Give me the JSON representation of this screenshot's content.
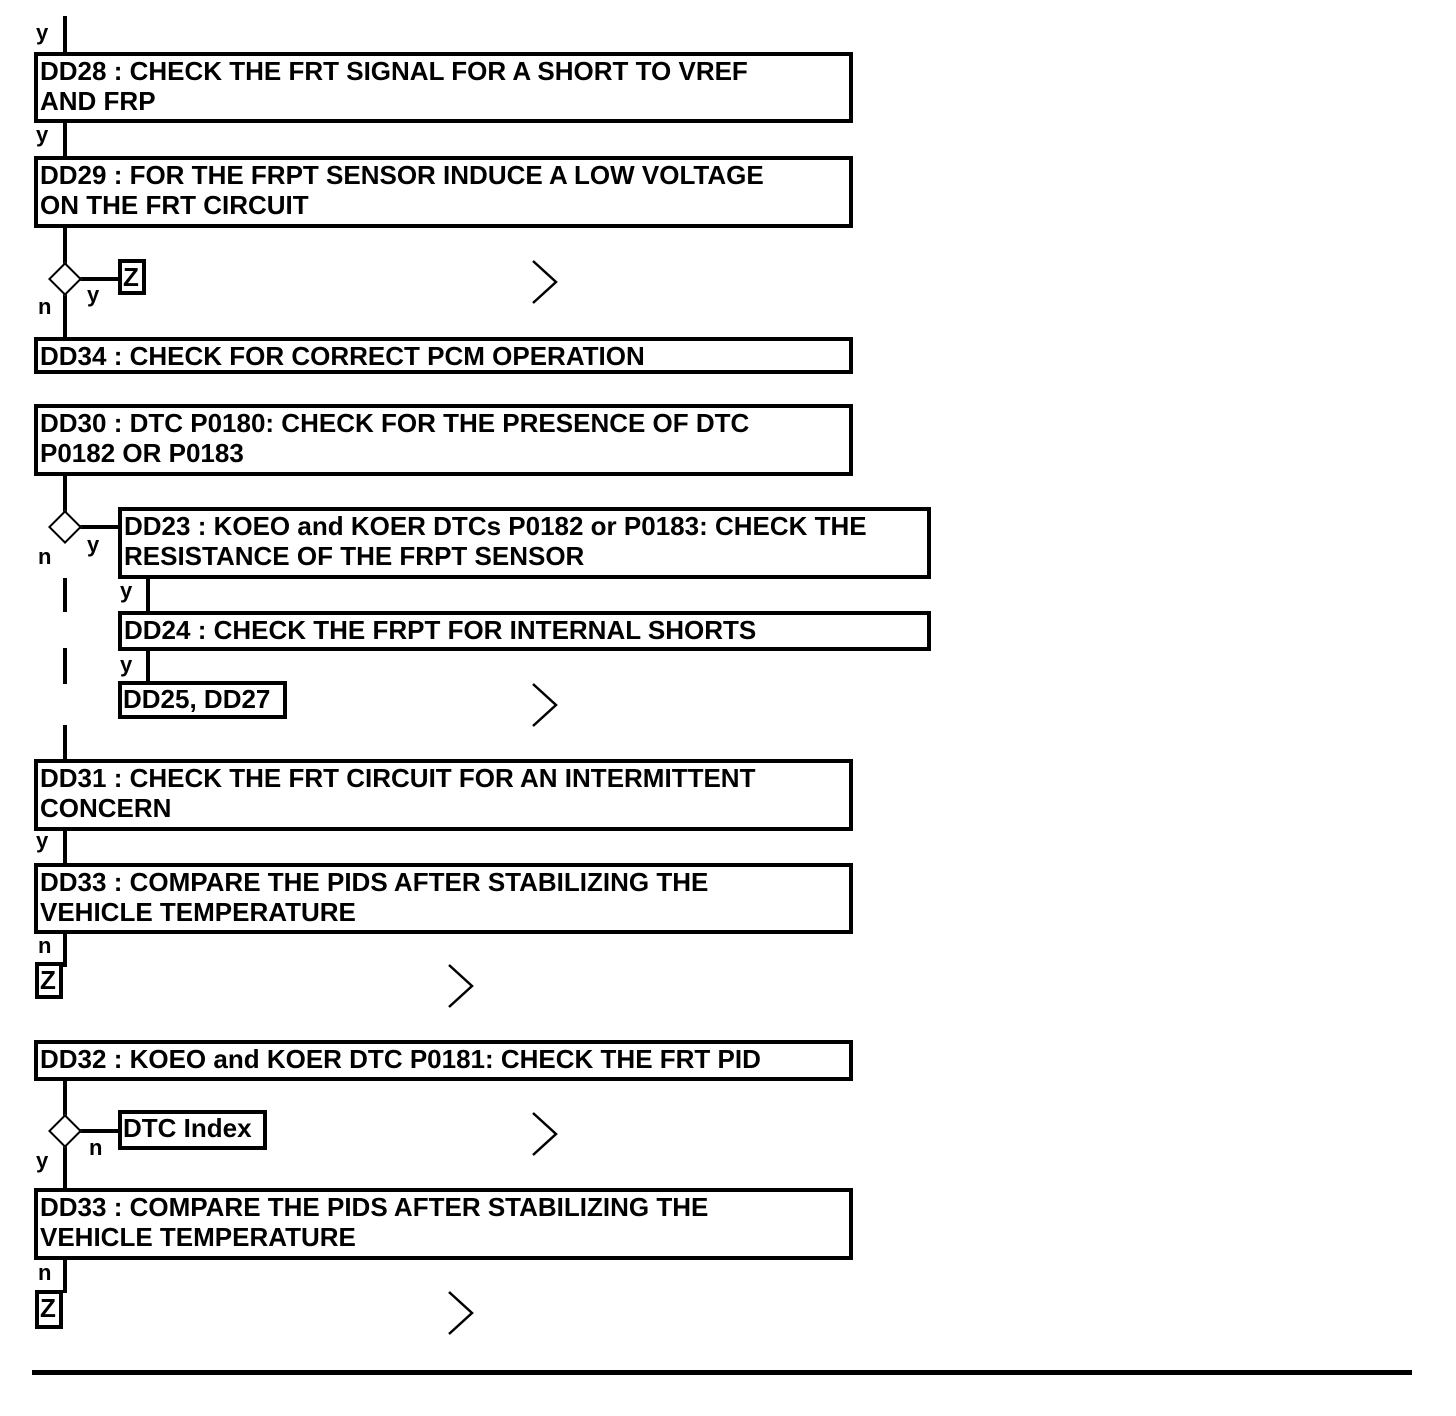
{
  "flow": {
    "dd28": "DD28 : CHECK THE FRT SIGNAL FOR A SHORT TO VREF\nAND FRP",
    "dd29": "DD29 : FOR THE FRPT SENSOR INDUCE A LOW VOLTAGE\nON THE FRT CIRCUIT",
    "dd34": "DD34 : CHECK FOR CORRECT PCM OPERATION",
    "dd30": "DD30 : DTC P0180: CHECK FOR THE PRESENCE OF DTC\nP0182 OR P0183",
    "dd23": "DD23 : KOEO and KOER DTCs P0182 or P0183: CHECK THE\nRESISTANCE OF THE FRPT SENSOR",
    "dd24": "DD24 : CHECK THE FRPT FOR INTERNAL SHORTS",
    "dd25_27": "DD25, DD27",
    "dd31": "DD31 : CHECK THE FRT CIRCUIT FOR AN INTERMITTENT\nCONCERN",
    "dd33a": "DD33 : COMPARE THE PIDS AFTER STABILIZING THE\nVEHICLE TEMPERATURE",
    "dd32": "DD32 : KOEO and KOER DTC P0181: CHECK THE FRT PID",
    "dtc_index": "DTC Index",
    "dd33b": "DD33 : COMPARE THE PIDS AFTER STABILIZING THE\nVEHICLE TEMPERATURE",
    "z": "Z"
  },
  "labels": {
    "yes": "y",
    "no": "n"
  }
}
